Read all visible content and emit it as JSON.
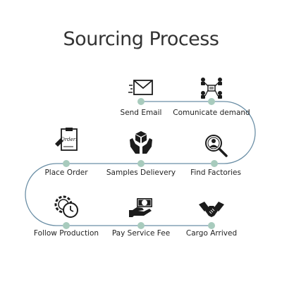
{
  "title": "Sourcing Process",
  "colors": {
    "line": "#6b8fa6",
    "node": "#a8cbbd",
    "icon": "#1c1c1c",
    "text": "#222222"
  },
  "steps": [
    {
      "label": "Send Email",
      "icon": "envelope-icon"
    },
    {
      "label": "Comunicate demand",
      "icon": "network-people-icon"
    },
    {
      "label": "Find Factories",
      "icon": "magnifier-person-icon"
    },
    {
      "label": "Samples Delievery",
      "icon": "hands-box-icon"
    },
    {
      "label": "Place Order",
      "icon": "clipboard-order-icon"
    },
    {
      "label": "Follow Production",
      "icon": "gears-clock-icon"
    },
    {
      "label": "Pay Service Fee",
      "icon": "hand-money-icon"
    },
    {
      "label": "Cargo Arrived",
      "icon": "handshake-icon"
    }
  ],
  "order_note": "Order!"
}
